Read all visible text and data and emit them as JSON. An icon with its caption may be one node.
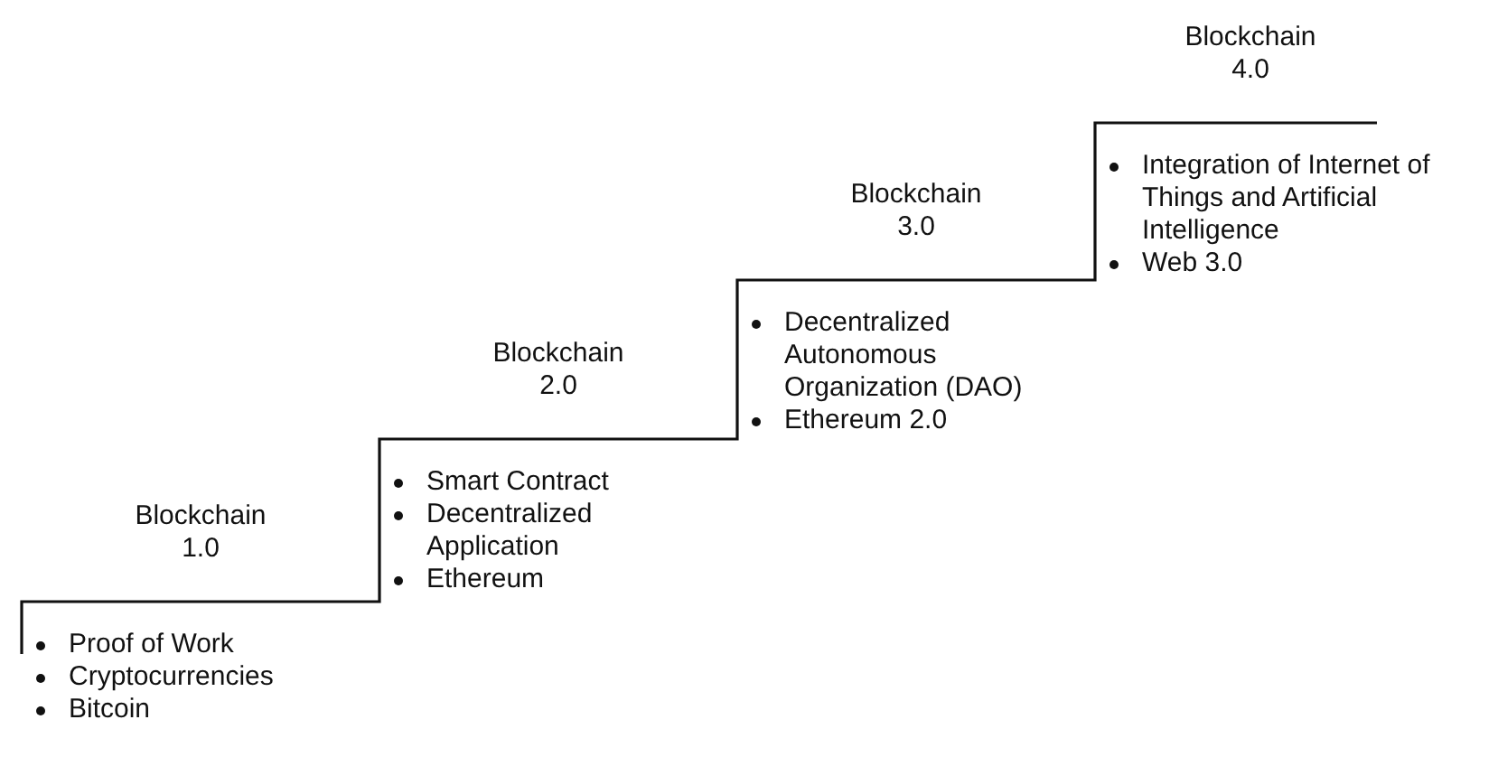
{
  "diagram": {
    "nodes": [
      {
        "text": [
          "Blockchain 1.0",
          "Proof of Work",
          "Cryptocurrencies",
          "Bitcoin"
        ]
      },
      {
        "text": [
          "Blockchain 2.0",
          "Smart Contract",
          "Decentralized Application",
          "Ethereum"
        ]
      },
      {
        "text": [
          "Blockchain 3.0",
          "Decentralized Autonomous Organization (DAO)",
          "Ethereum 2.0"
        ]
      },
      {
        "text": [
          "Blockchain 4.0",
          "Integration of Internet of Things and Artificial Intelligence",
          "Web 3.0"
        ]
      }
    ]
  }
}
